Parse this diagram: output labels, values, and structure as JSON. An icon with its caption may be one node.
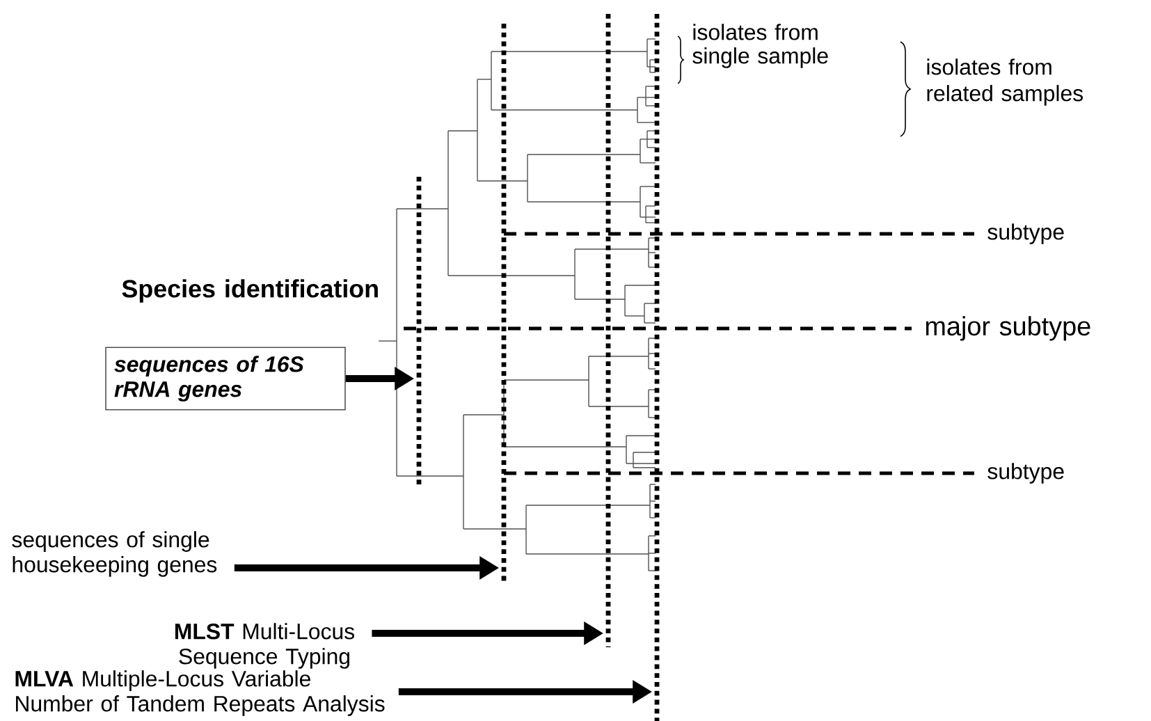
{
  "diagram": {
    "nodes": [
      {
        "text": [
          "sequences of 16S rRNA genes"
        ]
      },
      {
        "text": [
          "sequences of single housekeeping genes"
        ]
      },
      {
        "text": [
          "**MLST** Multi-Locus Sequence Typing"
        ]
      },
      {
        "text": [
          "**MLVA** Multiple-Locus Variable Number of Tandem Repeats Analysis"
        ]
      },
      {
        "text": [],
        "shape": "line"
      },
      {
        "text": [],
        "shape": "line"
      },
      {
        "text": [],
        "shape": "line"
      },
      {
        "text": [],
        "shape": "line"
      }
    ],
    "edges": [
      {
        "from": 0,
        "to": 4,
        "arrow": "to"
      },
      {
        "from": 1,
        "to": 5,
        "arrow": "to"
      },
      {
        "from": 2,
        "to": 6,
        "arrow": "to"
      },
      {
        "from": 3,
        "to": 7,
        "arrow": "to"
      }
    ],
    "labels": [
      "isolates from single sample",
      "isolates from related samples",
      "subtype",
      "Species identification",
      "major subtype",
      "subtype"
    ]
  }
}
